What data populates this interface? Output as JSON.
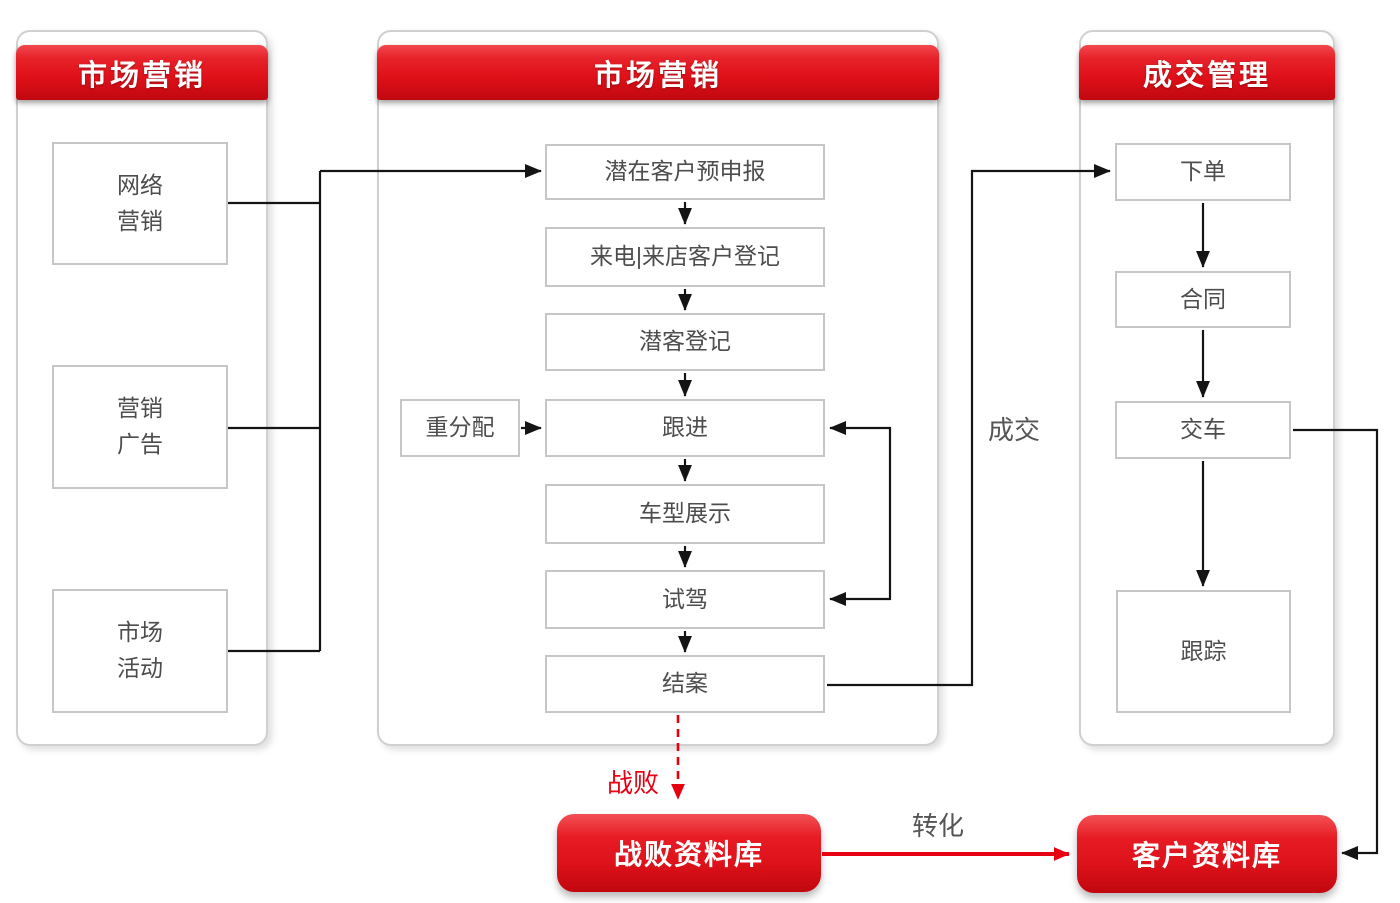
{
  "colors": {
    "accent_red": "#e60012",
    "header_gradient_top": "#f2484d",
    "header_gradient_bottom": "#c00810",
    "connector_black": "#141414",
    "box_border": "#c6c6c6",
    "box_text": "#4d4d4d",
    "panel_border": "#d0d0d0"
  },
  "panels": {
    "left": {
      "title": "市场营销",
      "boxes": {
        "network_marketing": "网络\n营销",
        "marketing_ads": "营销\n广告",
        "market_activity": "市场\n活动"
      }
    },
    "middle": {
      "title": "市场营销",
      "boxes": {
        "lead_prereport": "潜在客户预申报",
        "call_visit_register": "来电|来店客户登记",
        "prospect_register": "潜客登记",
        "reassign": "重分配",
        "follow_up": "跟进",
        "vehicle_display": "车型展示",
        "test_drive": "试驾",
        "case_close": "结案"
      }
    },
    "right": {
      "title": "成交管理",
      "boxes": {
        "place_order": "下单",
        "contract": "合同",
        "vehicle_delivery": "交车",
        "tracking": "跟踪"
      }
    }
  },
  "edge_labels": {
    "deal": "成交",
    "lost": "战败",
    "conversion": "转化"
  },
  "databases": {
    "lost_db": "战败资料库",
    "customer_db": "客户资料库"
  }
}
